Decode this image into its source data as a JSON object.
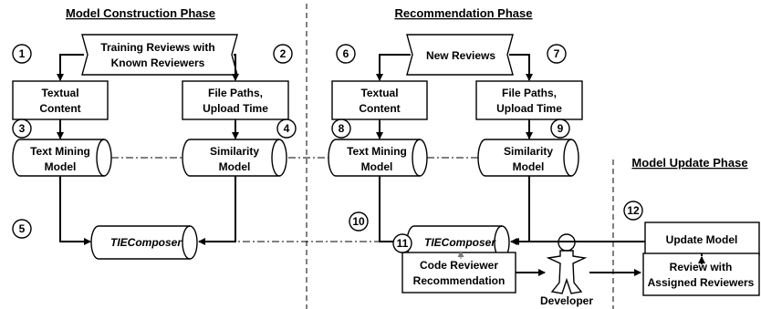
{
  "phases": {
    "construction": "Model Construction Phase",
    "recommendation": "Recommendation Phase",
    "update": "Model Update Phase"
  },
  "steps": [
    "1",
    "2",
    "3",
    "4",
    "5",
    "6",
    "7",
    "8",
    "9",
    "10",
    "11",
    "12"
  ],
  "construction": {
    "training_reviews": [
      "Training Reviews with",
      "Known Reviewers"
    ],
    "textual_content": [
      "Textual",
      "Content"
    ],
    "file_paths": [
      "File Paths,",
      "Upload Time"
    ],
    "text_mining_model": [
      "Text Mining",
      "Model"
    ],
    "similarity_model": [
      "Similarity",
      "Model"
    ],
    "tiecomposer": "TIEComposer"
  },
  "recommendation": {
    "new_reviews": "New Reviews",
    "textual_content": [
      "Textual",
      "Content"
    ],
    "file_paths": [
      "File Paths,",
      "Upload Time"
    ],
    "text_mining_model": [
      "Text Mining",
      "Model"
    ],
    "similarity_model": [
      "Similarity",
      "Model"
    ],
    "tiecomposer": "TIEComposer",
    "code_reviewer_recommendation": [
      "Code Reviewer",
      "Recommendation"
    ],
    "developer": "Developer"
  },
  "update": {
    "update_model": "Update Model",
    "review_assigned": [
      "Review with",
      "Assigned Reviewers"
    ]
  }
}
